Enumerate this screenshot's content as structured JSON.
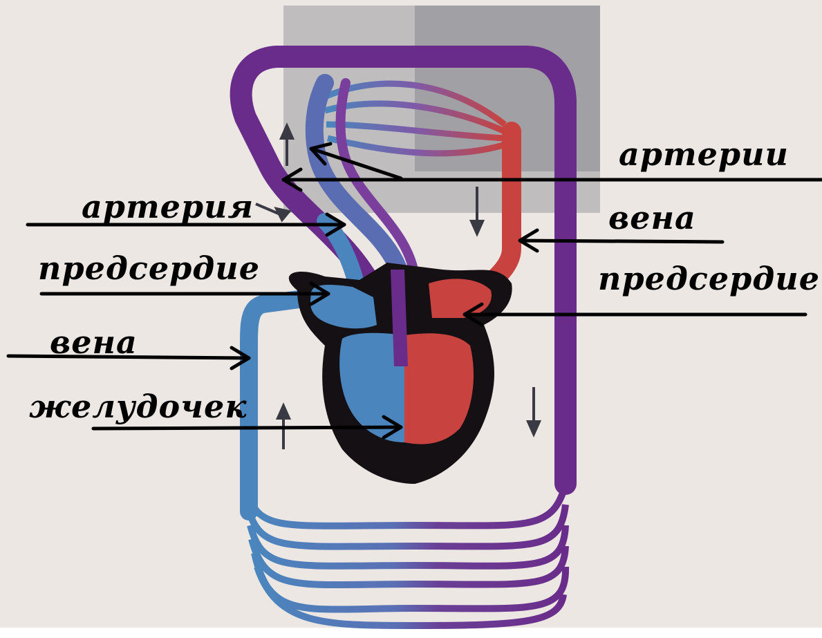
{
  "diagram": {
    "labels": {
      "arteries_right": "артерии",
      "vein_right": "вена",
      "atrium_right": "предсердие",
      "artery_left": "артерия",
      "atrium_left": "предсердие",
      "vein_left": "вена",
      "ventricle_left": "желудочек"
    },
    "colors": {
      "background": "#ece7e3",
      "venous": "#4a86bd",
      "arterial": "#c8433f",
      "mixed": "#6a2c8a",
      "heart_outline": "#141014"
    }
  }
}
